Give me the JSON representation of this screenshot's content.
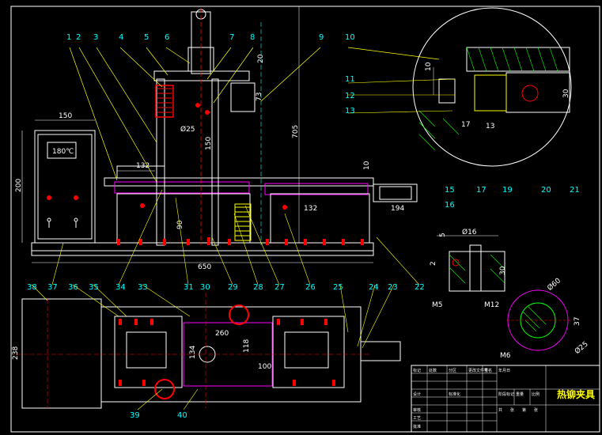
{
  "title_block": {
    "drawing_name": "热铆夹具",
    "cells": [
      "标记",
      "处数",
      "分区",
      "更改文件号",
      "签名",
      "年月日",
      "设计",
      "标准化",
      "审核",
      "工艺",
      "批准",
      "阶段标记",
      "重量",
      "比例",
      "共",
      "张",
      "第",
      "张"
    ]
  },
  "front_view": {
    "temperature_display": "180℃",
    "dims": {
      "panel_width": "150",
      "panel_height": "200",
      "top_offset": "132",
      "cylinder_stroke": "150",
      "rod_dia": "Ø25",
      "overall_height": "705",
      "top_dim": "20",
      "upper_dim": "73",
      "base_len": "650",
      "lower_90": "90",
      "right_132": "132",
      "right_194": "194",
      "right_10": "10"
    }
  },
  "part_labels_top": [
    "1",
    "2",
    "3",
    "4",
    "5",
    "6",
    "7",
    "8",
    "9",
    "10"
  ],
  "part_labels_detail": [
    "11",
    "12",
    "13",
    "15",
    "16",
    "17",
    "19",
    "20",
    "21"
  ],
  "part_labels_bottom": [
    "22",
    "23",
    "24",
    "25",
    "26",
    "27",
    "28",
    "29",
    "30",
    "31",
    "33",
    "34",
    "35",
    "36",
    "37",
    "38",
    "39",
    "40"
  ],
  "detail_view": {
    "dims": {
      "d10": "10",
      "d30": "30",
      "d13": "13",
      "d17": "17"
    }
  },
  "pin_detail": {
    "dims": {
      "dia16": "Ø16",
      "d5": "5",
      "d2": "2",
      "d30": "30",
      "m5": "M5",
      "m12": "M12"
    }
  },
  "round_detail": {
    "dims": {
      "dia60": "Ø60",
      "d37": "37",
      "m6": "M6",
      "dia25": "Ø25"
    }
  },
  "plan_view": {
    "dims": {
      "w238": "238",
      "d260": "260",
      "d134": "134",
      "d118": "118",
      "d100": "100"
    }
  }
}
